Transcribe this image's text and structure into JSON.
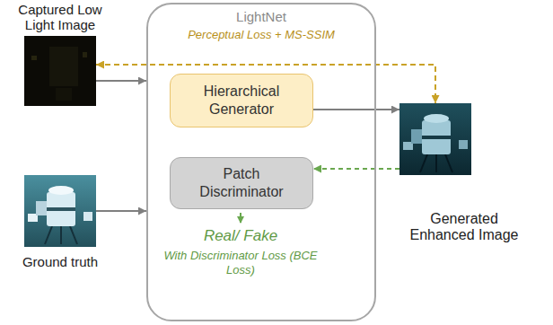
{
  "diagram": {
    "nodes": [
      {
        "text": [
          "Captured Low Light Image"
        ]
      },
      {
        "text": [
          "Ground truth"
        ]
      },
      {
        "text": [
          "LightNet",
          "Perceptual Loss + MS-SSIM",
          "Real/ Fake",
          "With Discriminator Loss (BCE Loss)"
        ]
      },
      {
        "text": [
          "Hierarchical Generator"
        ],
        "in": 2
      },
      {
        "text": [
          "Patch Discriminator"
        ],
        "in": 2
      },
      {
        "text": [
          "Generated Enhanced Image"
        ]
      }
    ],
    "edges": [
      {
        "from": 0,
        "to": 2,
        "arrow": "to"
      },
      {
        "from": 1,
        "to": 2,
        "arrow": "to"
      },
      {
        "from": 3,
        "to": 5,
        "arrow": "to"
      },
      {
        "from": 5,
        "to": 4,
        "arrow": "to"
      },
      {
        "from": 0,
        "to": 5,
        "arrow": "both"
      }
    ]
  }
}
